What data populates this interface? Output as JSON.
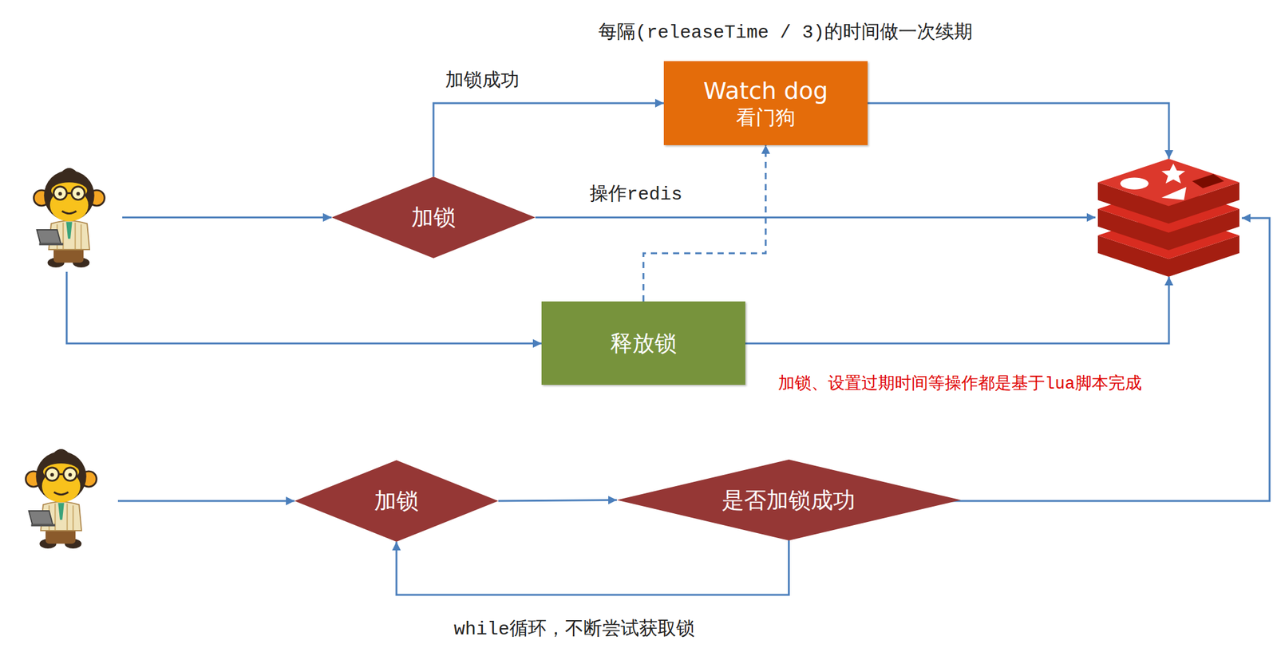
{
  "diagram": {
    "nodes": [
      {
        "text": [
          "Watch dog",
          "看门狗"
        ]
      },
      {
        "text": [
          "加锁"
        ]
      },
      {
        "text": [
          "释放锁"
        ]
      },
      {
        "text": [
          "加锁"
        ]
      },
      {
        "text": [
          "是否加锁成功"
        ]
      }
    ],
    "edges": [
      {
        "from": 1,
        "to": 0,
        "arrow": "to",
        "label": "加锁成功"
      },
      {
        "from": 2,
        "to": 0,
        "arrow": "to"
      },
      {
        "from": 3,
        "to": 4,
        "arrow": "to"
      },
      {
        "from": 4,
        "to": 3,
        "arrow": "to",
        "label": "while循环，不断尝试获取锁"
      }
    ],
    "labels": [
      "每隔(releaseTime / 3)的时间做一次续期",
      "操作redis",
      "加锁、设置过期时间等操作都是基于lua脚本完成"
    ]
  }
}
